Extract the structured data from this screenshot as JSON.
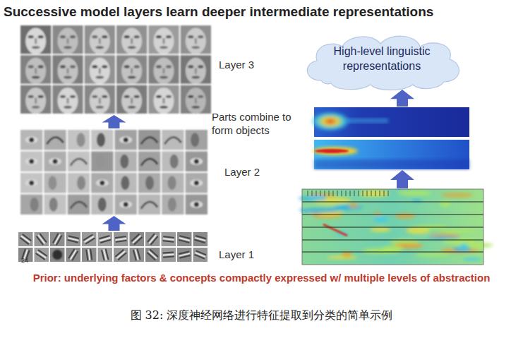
{
  "diagram": {
    "title": "Successive model layers learn deeper intermediate representations",
    "caption": "图 32: 深度神经网络进行特征提取到分类的简单示例",
    "nodes": [
      {
        "text": [
          "Layer 3"
        ]
      },
      {
        "text": [
          "High-level linguistic representations"
        ]
      },
      {
        "text": [
          "Layer 2"
        ]
      },
      {
        "text": [
          "Layer 1"
        ]
      }
    ],
    "edges": [
      {
        "from": 3,
        "to": 2,
        "arrow": "to"
      },
      {
        "from": 2,
        "to": 0,
        "arrow": "to"
      }
    ],
    "labels": [
      "Parts combine to form objects",
      "24",
      "Prior: underlying factors & concepts compactly expressed w/ multiple levels of abstraction"
    ]
  }
}
